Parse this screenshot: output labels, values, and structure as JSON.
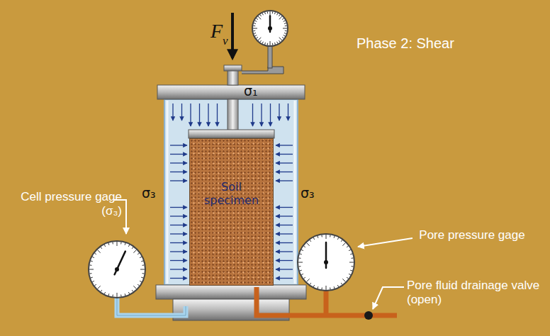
{
  "diagram": {
    "nodes": [
      {
        "text": [
          "Soil specimen"
        ]
      }
    ],
    "labels": [
      "Phase 2: Shear",
      "F",
      "v",
      "σ₁",
      "σ₃",
      "σ₃",
      "Cell pressure gage (σ₃)",
      "Pore pressure gage",
      "Pore fluid drainage valve (open)"
    ]
  }
}
